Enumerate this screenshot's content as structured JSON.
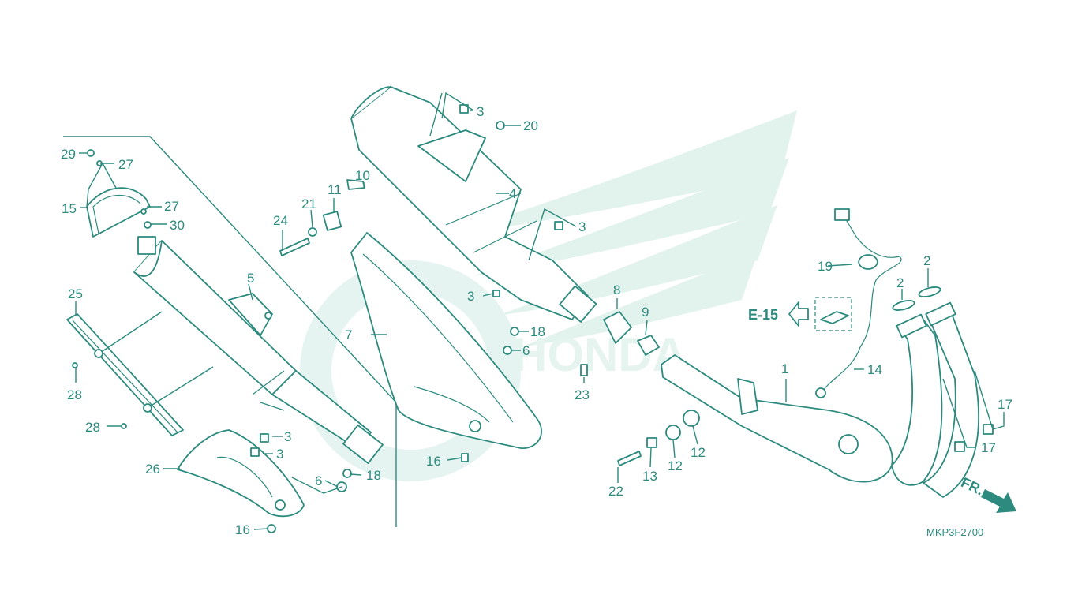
{
  "diagram": {
    "code": "MKP3F2700",
    "ref_label": "E-15",
    "front_label": "FR.",
    "callouts": [
      {
        "id": "p1",
        "label": "1"
      },
      {
        "id": "p2a",
        "label": "2"
      },
      {
        "id": "p2b",
        "label": "2"
      },
      {
        "id": "p3a",
        "label": "3"
      },
      {
        "id": "p3b",
        "label": "3"
      },
      {
        "id": "p3c",
        "label": "3"
      },
      {
        "id": "p3d",
        "label": "3"
      },
      {
        "id": "p3e",
        "label": "3"
      },
      {
        "id": "p4",
        "label": "4"
      },
      {
        "id": "p5",
        "label": "5"
      },
      {
        "id": "p6a",
        "label": "6"
      },
      {
        "id": "p6b",
        "label": "6"
      },
      {
        "id": "p7",
        "label": "7"
      },
      {
        "id": "p8",
        "label": "8"
      },
      {
        "id": "p9",
        "label": "9"
      },
      {
        "id": "p10",
        "label": "10"
      },
      {
        "id": "p11",
        "label": "11"
      },
      {
        "id": "p12a",
        "label": "12"
      },
      {
        "id": "p12b",
        "label": "12"
      },
      {
        "id": "p13",
        "label": "13"
      },
      {
        "id": "p14",
        "label": "14"
      },
      {
        "id": "p15",
        "label": "15"
      },
      {
        "id": "p16a",
        "label": "16"
      },
      {
        "id": "p16b",
        "label": "16"
      },
      {
        "id": "p17a",
        "label": "17"
      },
      {
        "id": "p17b",
        "label": "17"
      },
      {
        "id": "p18a",
        "label": "18"
      },
      {
        "id": "p18b",
        "label": "18"
      },
      {
        "id": "p19",
        "label": "19"
      },
      {
        "id": "p20",
        "label": "20"
      },
      {
        "id": "p21",
        "label": "21"
      },
      {
        "id": "p22",
        "label": "22"
      },
      {
        "id": "p23",
        "label": "23"
      },
      {
        "id": "p24",
        "label": "24"
      },
      {
        "id": "p25",
        "label": "25"
      },
      {
        "id": "p26",
        "label": "26"
      },
      {
        "id": "p27a",
        "label": "27"
      },
      {
        "id": "p27b",
        "label": "27"
      },
      {
        "id": "p28a",
        "label": "28"
      },
      {
        "id": "p28b",
        "label": "28"
      },
      {
        "id": "p29",
        "label": "29"
      },
      {
        "id": "p30",
        "label": "30"
      }
    ]
  }
}
